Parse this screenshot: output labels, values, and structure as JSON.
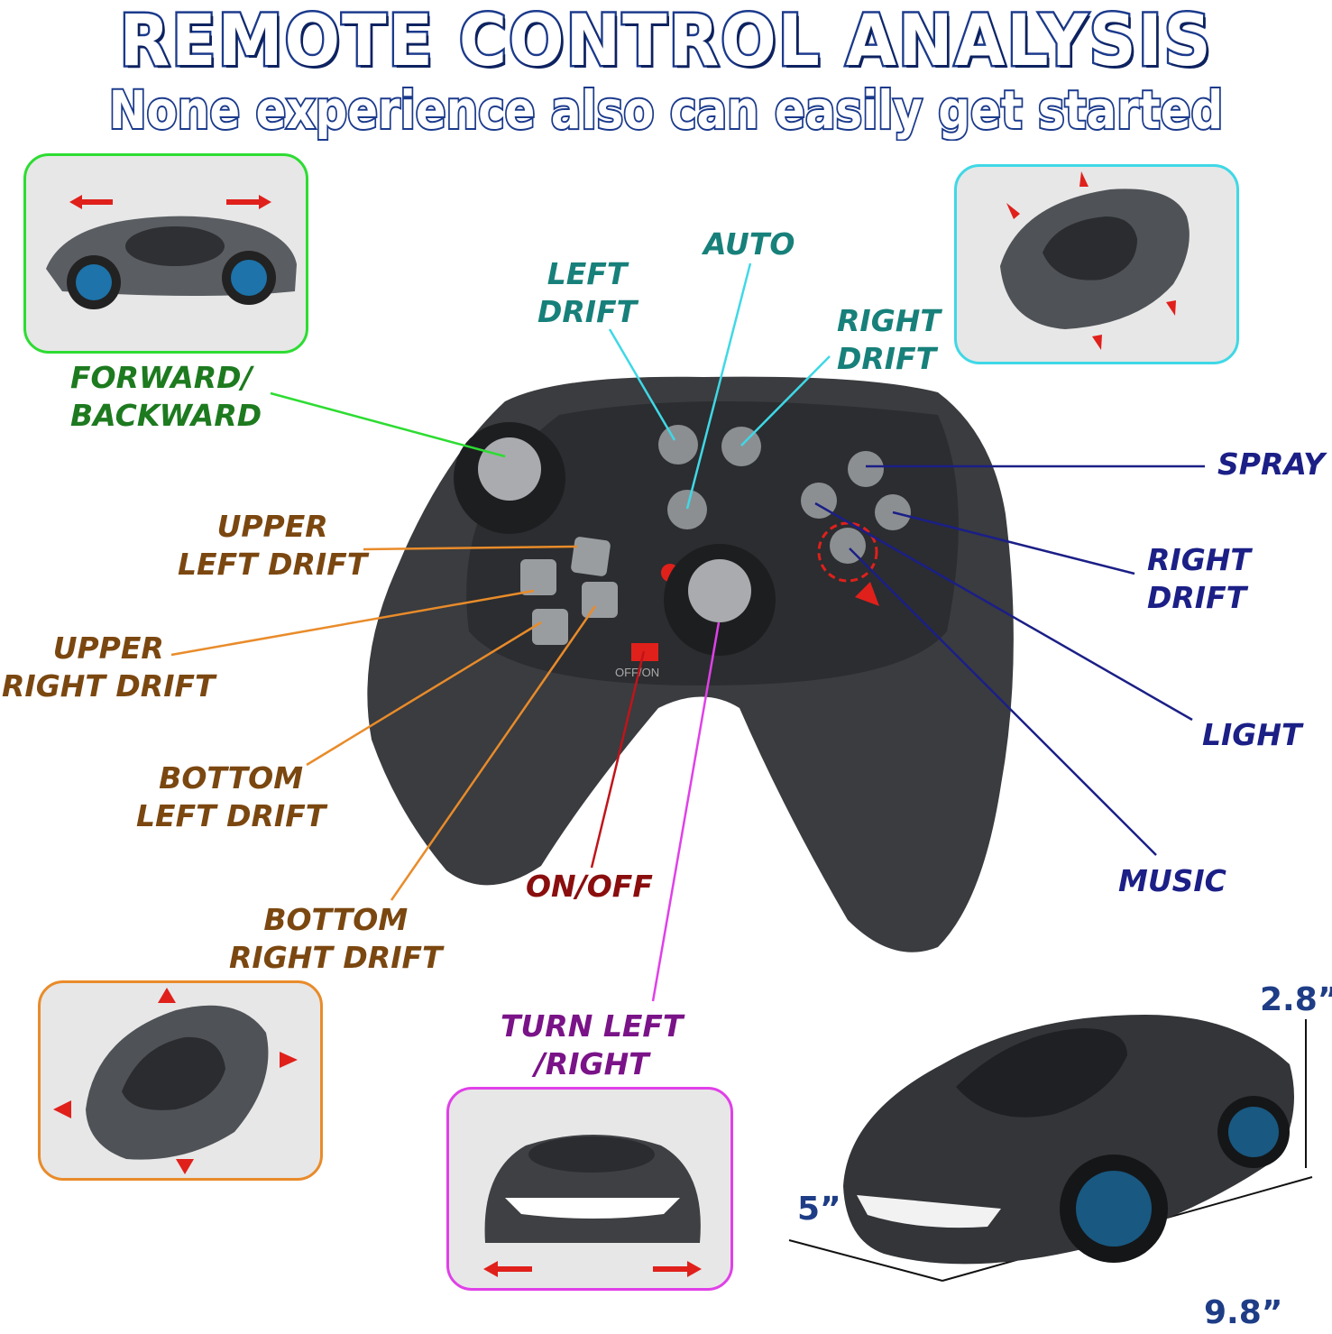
{
  "header": {
    "title": "REMOTE CONTROL ANALYSIS",
    "subtitle": "None experience also can easily get started"
  },
  "labels": {
    "auto": "AUTO",
    "left_drift": "LEFT\nDRIFT",
    "right_drift_top": "RIGHT\nDRIFT",
    "forward_backward": "FORWARD/\nBACKWARD",
    "spray": "SPRAY",
    "upper_left_drift": "UPPER\nLEFT DRIFT",
    "right_drift": "RIGHT\nDRIFT",
    "upper_right_drift": "UPPER\nRIGHT DRIFT",
    "light": "LIGHT",
    "bottom_left_drift": "BOTTOM\nLEFT DRIFT",
    "music": "MUSIC",
    "on_off": "ON/OFF",
    "bottom_right_drift": "BOTTOM\nRIGHT DRIFT",
    "turn_left_right": "TURN LEFT\n/RIGHT"
  },
  "controller": {
    "switch_label": "OFF/ON"
  },
  "dimensions": {
    "height": "2.8”",
    "width": "5”",
    "length": "9.8”"
  },
  "colors": {
    "title_stroke": "#1b3a8c",
    "green_panel": "#2ddc32",
    "cyan_panel": "#3fd8e6",
    "orange_panel": "#e98b2a",
    "magenta_panel": "#e040e8",
    "arrow_red": "#e0201b"
  }
}
